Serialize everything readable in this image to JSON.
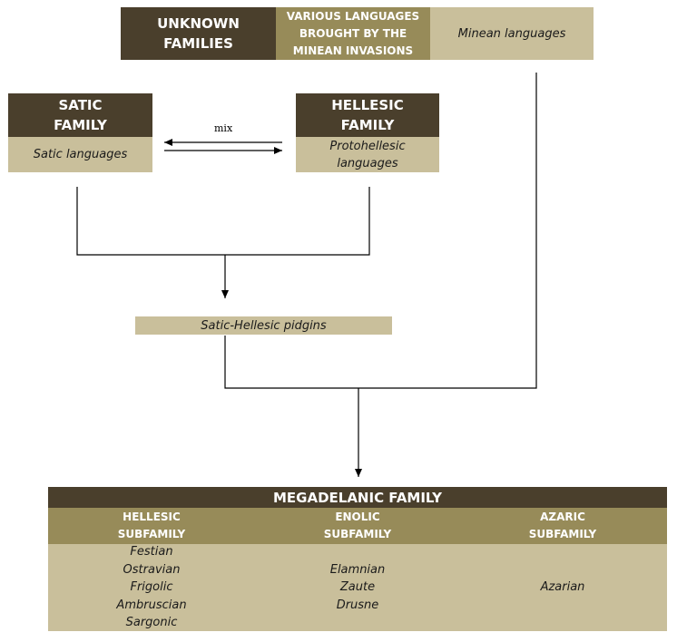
{
  "top": {
    "unknown_families": "UNKNOWN FAMILIES",
    "invasions": "VARIOUS LANGUAGES BROUGHT BY THE MINEAN INVASIONS",
    "minean_languages": "Minean languages"
  },
  "satic": {
    "title": "SATIC FAMILY",
    "languages": "Satic languages"
  },
  "hellesic": {
    "title": "HELLESIC FAMILY",
    "languages": "Protohellesic languages"
  },
  "mix_label": "mix",
  "pidgins": "Satic-Hellesic pidgins",
  "megadelanic": {
    "title": "MEGADELANIC FAMILY",
    "subfamilies": [
      {
        "name": "HELLESIC SUBFAMILY",
        "languages": [
          "Festian",
          "Ostravian",
          "Frigolic",
          "Ambruscian",
          "Sargonic"
        ]
      },
      {
        "name": "ENOLIC SUBFAMILY",
        "languages": [
          "Elamnian",
          "Zaute",
          "Drusne"
        ]
      },
      {
        "name": "AZARIC SUBFAMILY",
        "languages": [
          "Azarian"
        ]
      }
    ]
  },
  "colors": {
    "dark": "#4a3f2c",
    "mid": "#978b59",
    "light": "#c9bf9b"
  }
}
